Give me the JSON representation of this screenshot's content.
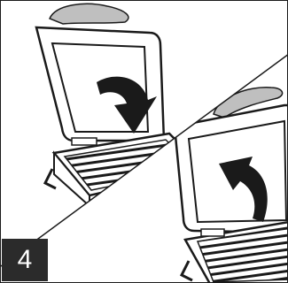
{
  "step": {
    "number": "4"
  },
  "colors": {
    "ink": "#1a1a1a",
    "hand_fill": "#bfbfbf",
    "badge_bg": "#2b2b2b",
    "badge_text": "#ffffff"
  },
  "illustration": {
    "panels": [
      {
        "name": "close-lid",
        "arrow_direction": "down"
      },
      {
        "name": "open-lid",
        "arrow_direction": "up"
      }
    ]
  }
}
